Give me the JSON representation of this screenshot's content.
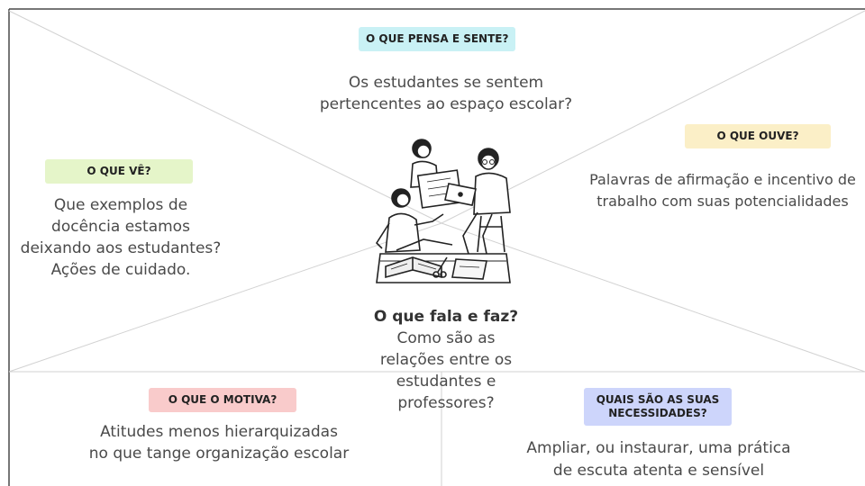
{
  "colors": {
    "frame": "#4a4a4a",
    "lines": "#cfcfcf",
    "pensa_bg": "#c9f1f5",
    "ouve_bg": "#fbefc7",
    "ve_bg": "#e5f5c9",
    "motiva_bg": "#f9cbcb",
    "necessidades_bg": "#cdd5fb"
  },
  "sections": {
    "pensa": {
      "label": "O QUE PENSA E SENTE?",
      "lines": [
        "Os estudantes se sentem",
        "pertencentes ao espaço escolar?"
      ]
    },
    "ouve": {
      "label": "O QUE OUVE?",
      "lines": [
        "Palavras de afirmação e incentivo de",
        "trabalho com suas potencialidades"
      ]
    },
    "ve": {
      "label": "O QUE VÊ?",
      "lines": [
        "Que exemplos de",
        "docência estamos",
        "deixando aos estudantes?",
        "Ações de cuidado."
      ]
    },
    "fala": {
      "title": "O que fala e faz?",
      "lines": [
        "Como são as",
        "relações entre os",
        "estudantes e",
        "professores?"
      ]
    },
    "motiva": {
      "label": "O QUE O MOTIVA?",
      "lines": [
        "Atitudes menos hierarquizadas",
        "no que tange organização escolar"
      ]
    },
    "necessidades": {
      "label_lines": [
        "QUAIS SÃO AS SUAS",
        "NECESSIDADES?"
      ],
      "lines": [
        "Ampliar, ou instaurar, uma prática",
        "de escuta atenta e sensível"
      ]
    }
  },
  "illustration": {
    "icon": "students-studying-illustration"
  }
}
